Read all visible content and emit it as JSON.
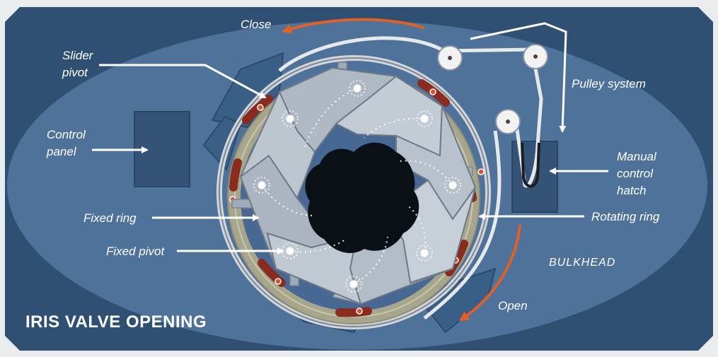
{
  "title": "IRIS VALVE OPENING",
  "labels": {
    "close": "Close",
    "open": "Open",
    "slider_pivot_1": "Slider",
    "slider_pivot_2": "pivot",
    "control_panel_1": "Control",
    "control_panel_2": "panel",
    "fixed_ring": "Fixed ring",
    "fixed_pivot": "Fixed pivot",
    "pulley_system": "Pulley system",
    "manual_1": "Manual",
    "manual_2": "control",
    "manual_3": "hatch",
    "rotating_ring": "Rotating ring",
    "bulkhead": "BULKHEAD"
  },
  "colors": {
    "frame": "#2b4a6b",
    "bulkhead": "#46698f",
    "fixed_ring": "#a7a58c",
    "blade": "#b8c2cc",
    "slot": "#8a2b1f",
    "accent_arrow": "#e0602a",
    "aperture": "#0b0f16"
  }
}
